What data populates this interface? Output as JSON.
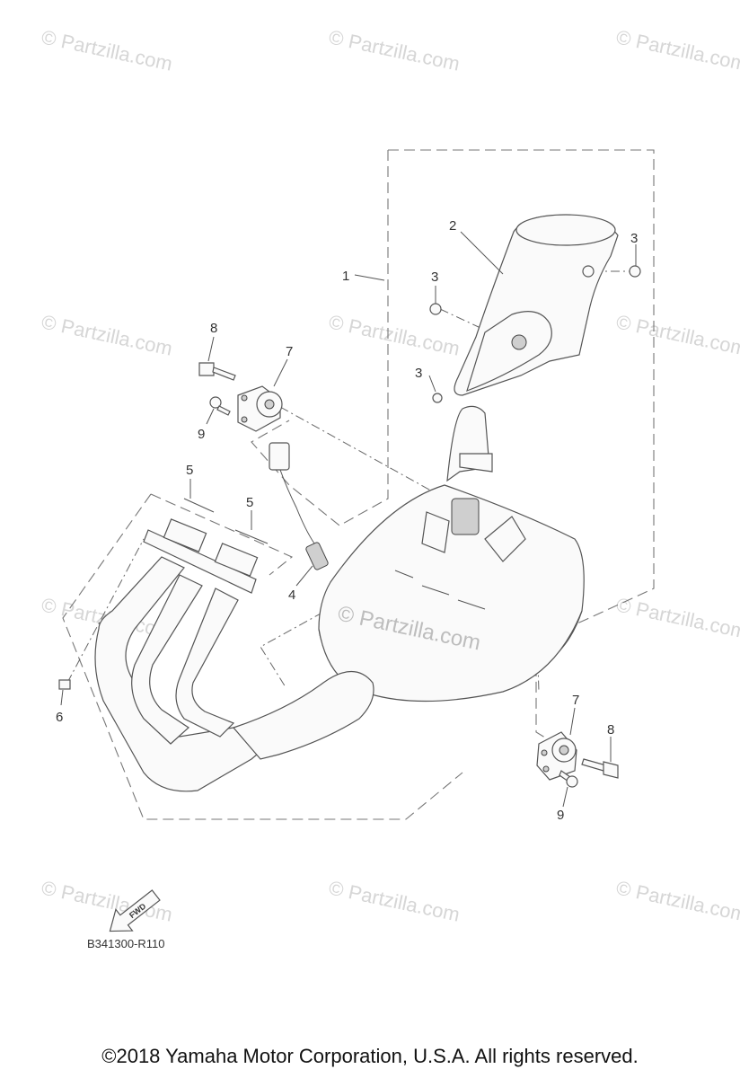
{
  "watermarks": {
    "small": "© Partzilla.com",
    "center": "© Partzilla.com"
  },
  "callouts": [
    {
      "id": "1",
      "label": "1"
    },
    {
      "id": "2",
      "label": "2"
    },
    {
      "id": "3a",
      "label": "3"
    },
    {
      "id": "3b",
      "label": "3"
    },
    {
      "id": "3c",
      "label": "3"
    },
    {
      "id": "4",
      "label": "4"
    },
    {
      "id": "5a",
      "label": "5"
    },
    {
      "id": "5b",
      "label": "5"
    },
    {
      "id": "6",
      "label": "6"
    },
    {
      "id": "7a",
      "label": "7"
    },
    {
      "id": "7b",
      "label": "7"
    },
    {
      "id": "8a",
      "label": "8"
    },
    {
      "id": "8b",
      "label": "8"
    },
    {
      "id": "9a",
      "label": "9"
    },
    {
      "id": "9b",
      "label": "9"
    }
  ],
  "fwd_label": "FWD",
  "diagram_code": "B341300-R110",
  "copyright": "©2018  Yamaha Motor Corporation, U.S.A. All rights reserved."
}
